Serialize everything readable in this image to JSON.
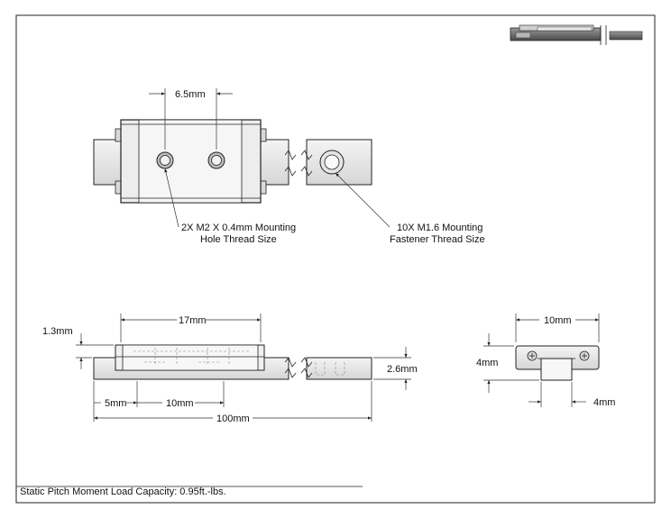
{
  "views": {
    "top": {
      "dim_hole_spacing": "6.5mm",
      "callout_mount_holes_line1": "2X M2 X 0.4mm Mounting",
      "callout_mount_holes_line2": "Hole Thread Size",
      "callout_fasteners_line1": "10X M1.6 Mounting",
      "callout_fasteners_line2": "Fastener Thread Size"
    },
    "side": {
      "dim_carriage_length": "17mm",
      "dim_offset": "1.3mm",
      "dim_rail_height": "2.6mm",
      "dim_end_to_hole": "5mm",
      "dim_hole_pitch": "10mm",
      "dim_rail_length": "100mm"
    },
    "end": {
      "dim_carriage_width": "10mm",
      "dim_height": "4mm",
      "dim_rail_width": "4mm"
    }
  },
  "footer": {
    "load_capacity": "Static Pitch Moment Load Capacity: 0.95ft.-lbs."
  }
}
